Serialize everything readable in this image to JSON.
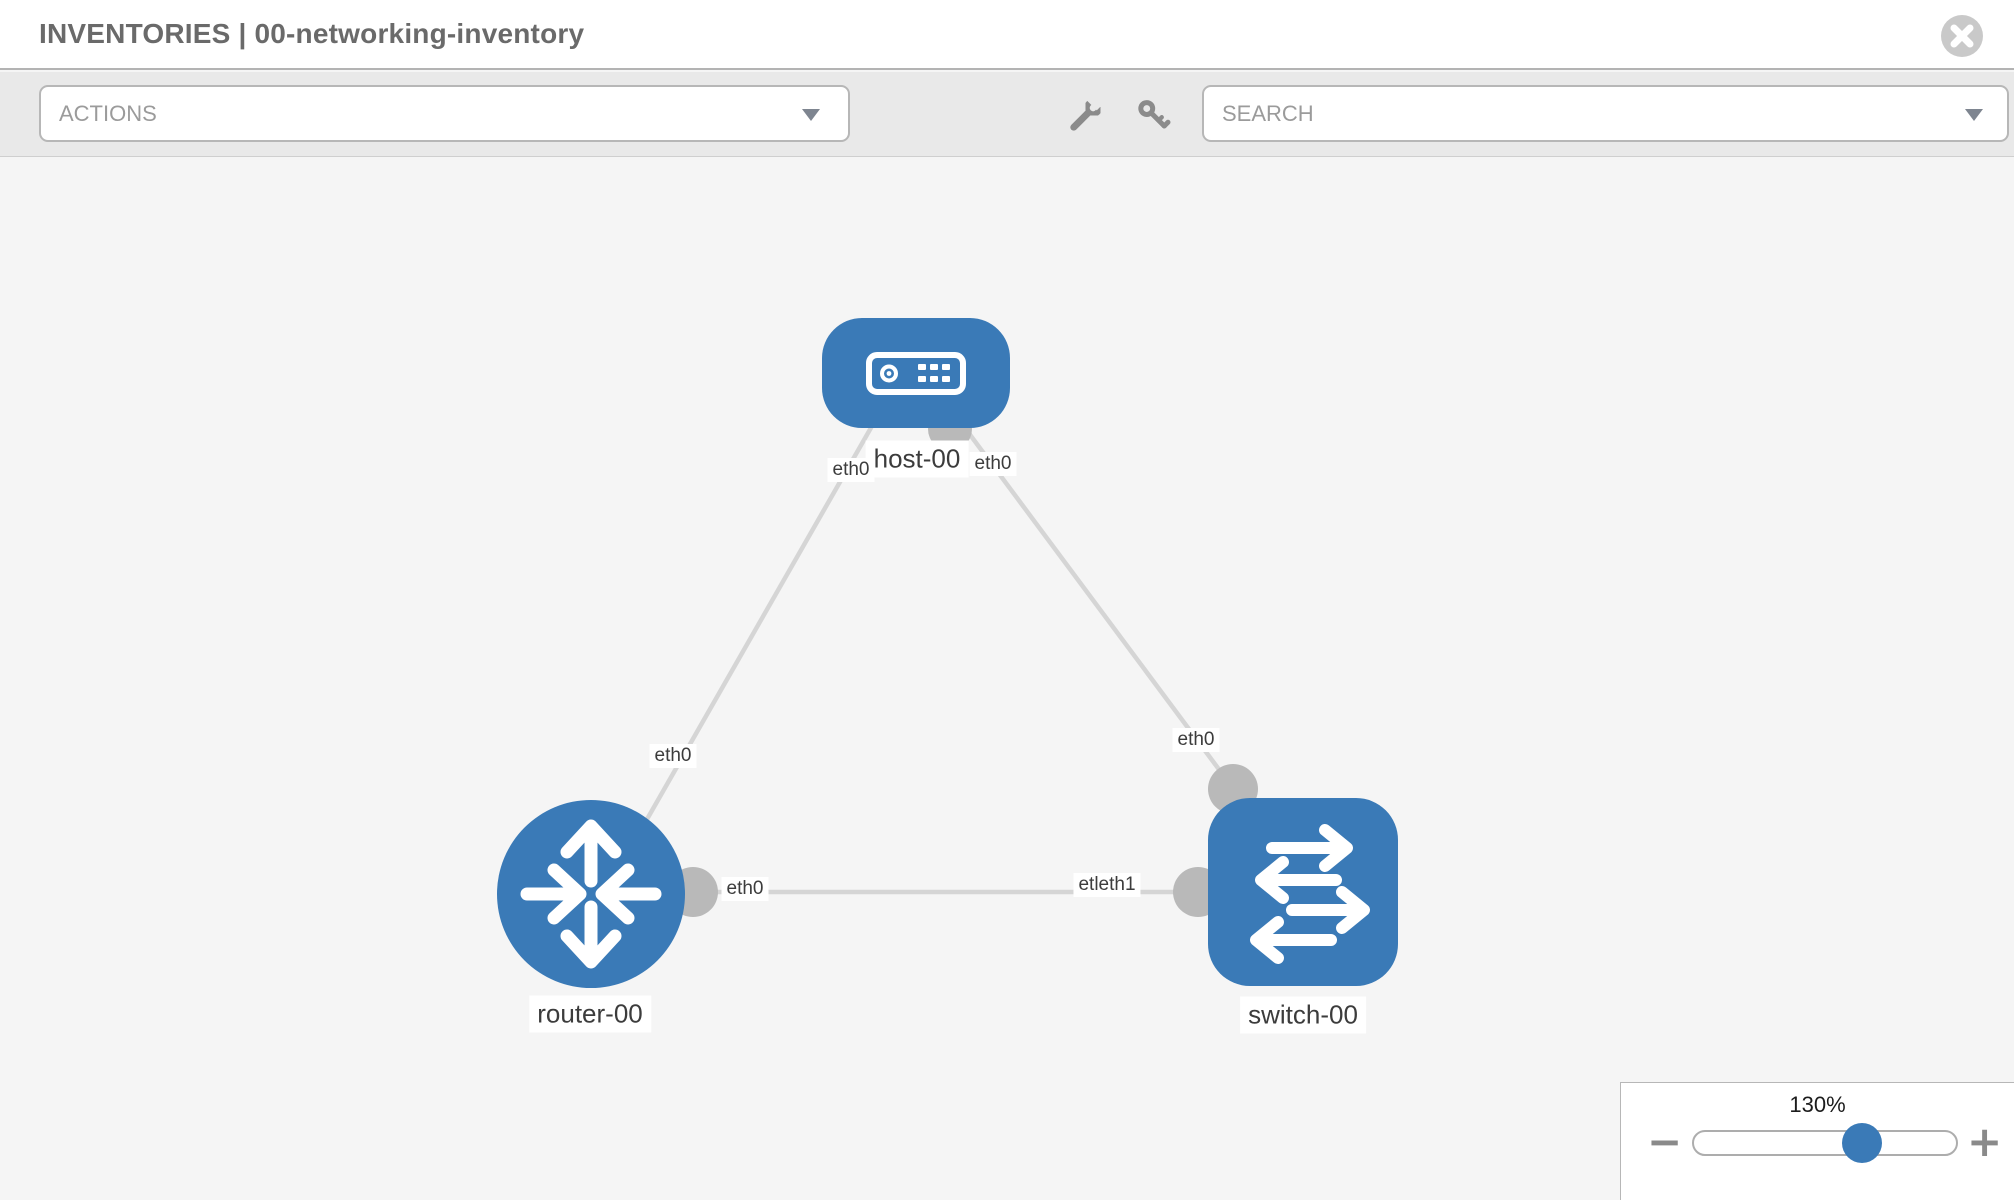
{
  "header": {
    "title": "INVENTORIES | 00-networking-inventory"
  },
  "toolbar": {
    "actions_label": "ACTIONS",
    "search_label": "SEARCH",
    "icons": [
      "wrench-icon",
      "key-icon",
      "chevron-down-icon"
    ]
  },
  "topology": {
    "nodes": [
      {
        "label": "host-00",
        "type": "host",
        "icon": "host-icon"
      },
      {
        "label": "router-00",
        "type": "router",
        "icon": "router-icon"
      },
      {
        "label": "switch-00",
        "type": "switch",
        "icon": "switch-icon"
      }
    ],
    "links": [
      {
        "from": "host-00",
        "to": "router-00"
      },
      {
        "from": "host-00",
        "to": "switch-00"
      },
      {
        "from": "router-00",
        "to": "switch-00"
      }
    ],
    "interface_labels": [
      {
        "text": "eth0"
      },
      {
        "text": "eth0"
      },
      {
        "text": "eth0"
      },
      {
        "text": "eth0"
      },
      {
        "text": "eth0"
      },
      {
        "text": "etleth1"
      }
    ]
  },
  "zoom": {
    "level": "130%",
    "percent": 64,
    "minus": "−",
    "plus": "+"
  },
  "colors": {
    "node_blue": "#3a7ab7",
    "port_gray": "#b9b9b9",
    "link_gray": "#d5d5d5",
    "toolbar_gray": "#e9e9e9",
    "canvas_gray": "#f5f5f5"
  }
}
